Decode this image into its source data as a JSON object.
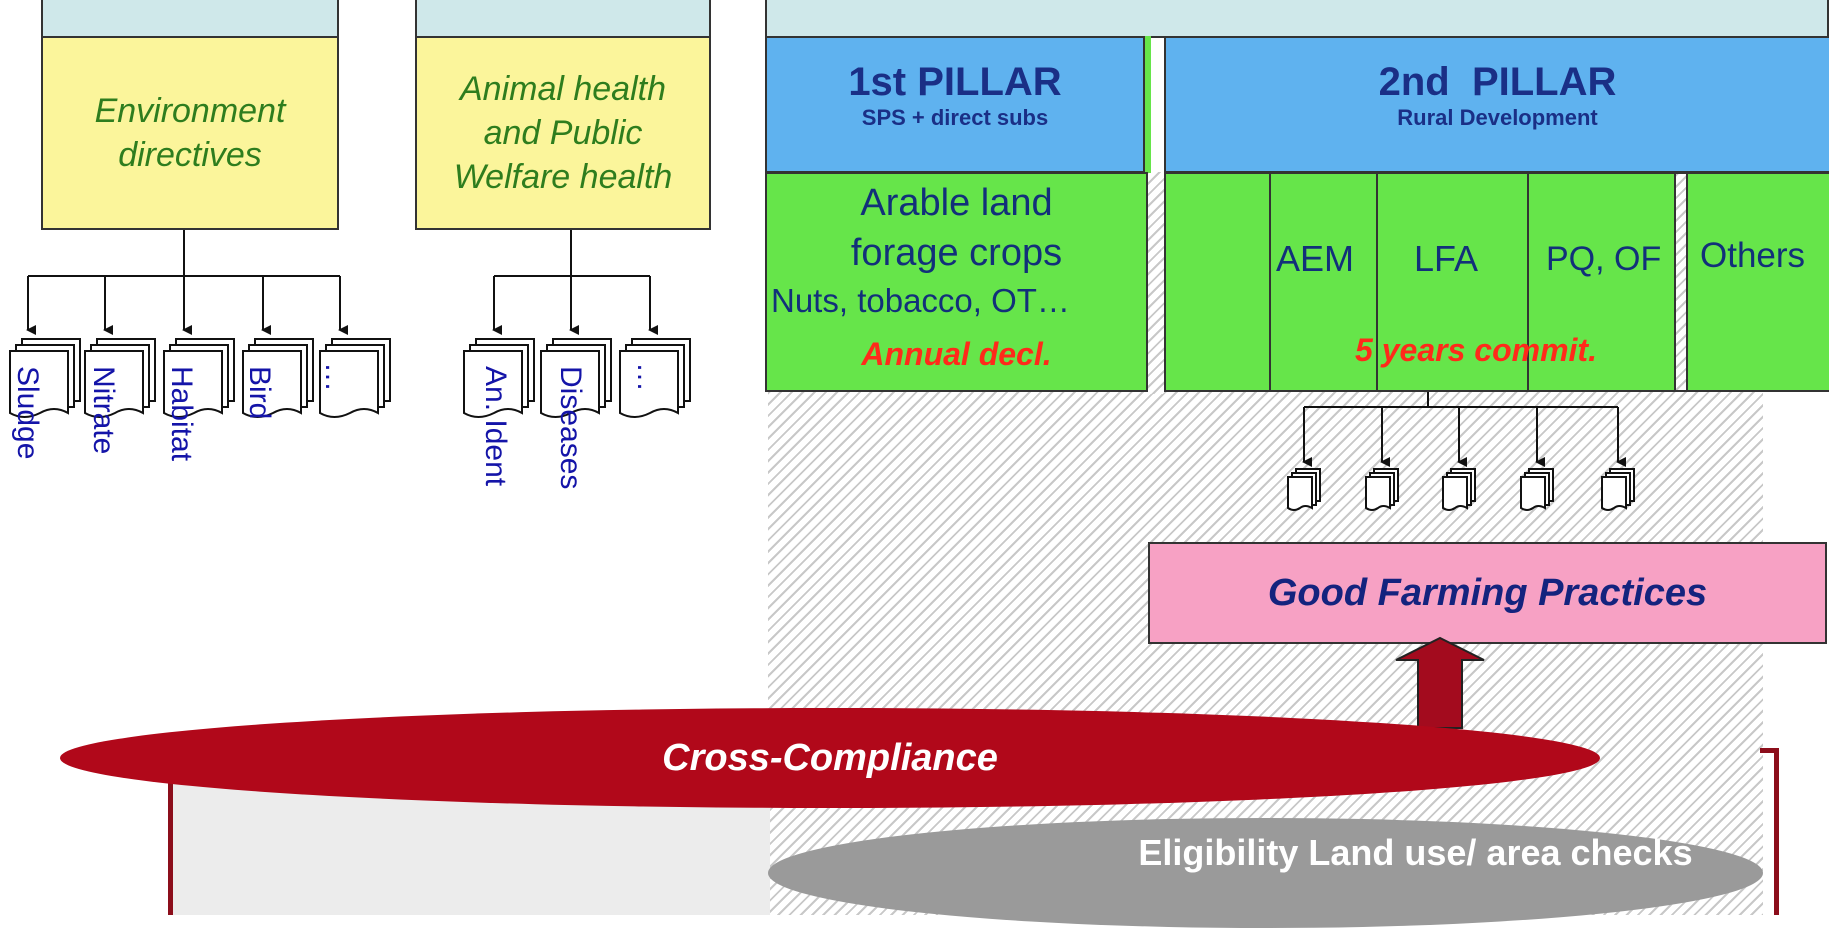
{
  "directives": {
    "environment": "Environment directives",
    "animal_health_line1": "Animal health",
    "animal_health_line2": "and Public",
    "animal_health_line3": "Welfare health",
    "env_docs": [
      "Sludge",
      "Nitrate",
      "Habitat",
      "Bird",
      "…"
    ],
    "animal_docs": [
      "An. Ident",
      "Diseases",
      "…"
    ]
  },
  "pillars": {
    "first_title": "1st PILLAR",
    "first_sub": "SPS + direct subs",
    "second_title": "2nd  PILLAR",
    "second_sub": "Rural Development"
  },
  "first_pillar_content": {
    "line1": "Arable land",
    "line2": "forage crops",
    "line3": "Nuts, tobacco, OT…",
    "declaration": "Annual decl."
  },
  "second_pillar_content": {
    "columns": [
      "AEM",
      "LFA",
      "PQ, OF",
      "Others"
    ],
    "commitment": "5 years commit."
  },
  "good_farming": "Good Farming Practices",
  "cross_compliance": "Cross-Compliance",
  "eligibility": "Eligibility Land use/ area checks",
  "colors": {
    "yellow_box": "#fbf59b",
    "blue_box": "#5fb2ef",
    "green_box": "#66e54a",
    "pink_box": "#f7a1c4",
    "cross_compliance": "#b1081a",
    "eligibility": "#9a9a9a",
    "accent_red_text": "#ff2a1a"
  }
}
